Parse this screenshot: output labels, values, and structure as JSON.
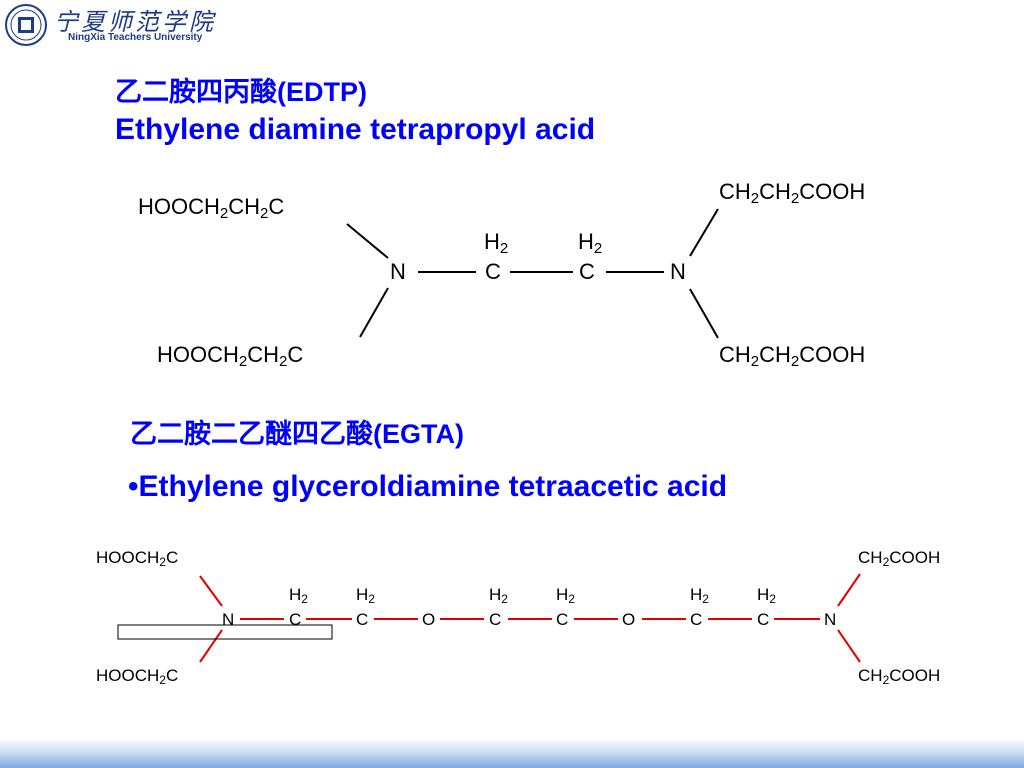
{
  "header": {
    "school_cn": "宁夏师范学院",
    "school_en": "NingXia Teachers University"
  },
  "edtp": {
    "title_cn": "乙二胺四丙酸(EDTP)",
    "title_en": "Ethylene diamine tetrapropyl acid",
    "groups": {
      "ul_main": "HOOCH",
      "ul_mid": "CH",
      "ul_end": "C",
      "ll_main": "HOOCH",
      "ll_mid": "CH",
      "ll_end": "C",
      "ur_a": "CH",
      "ur_b": "CH",
      "ur_end": "COOH",
      "lr_a": "CH",
      "lr_b": "CH",
      "lr_end": "COOH",
      "sub": "2"
    },
    "backbone": {
      "n": "N",
      "c": "C",
      "h": "H"
    }
  },
  "egta": {
    "title_cn": "乙二胺二乙醚四乙酸(EGTA)",
    "title_en": "•Ethylene glyceroldiamine tetraacetic acid",
    "groups": {
      "ul_main": "HOOCH",
      "ul_end": "C",
      "ll_main": "HOOCH",
      "ll_end": "C",
      "ur_a": "CH",
      "ur_end": "COOH",
      "lr_a": "CH",
      "lr_end": "COOH",
      "sub": "2"
    },
    "backbone": {
      "n": "N",
      "c": "C",
      "o": "O",
      "h": "H"
    }
  }
}
